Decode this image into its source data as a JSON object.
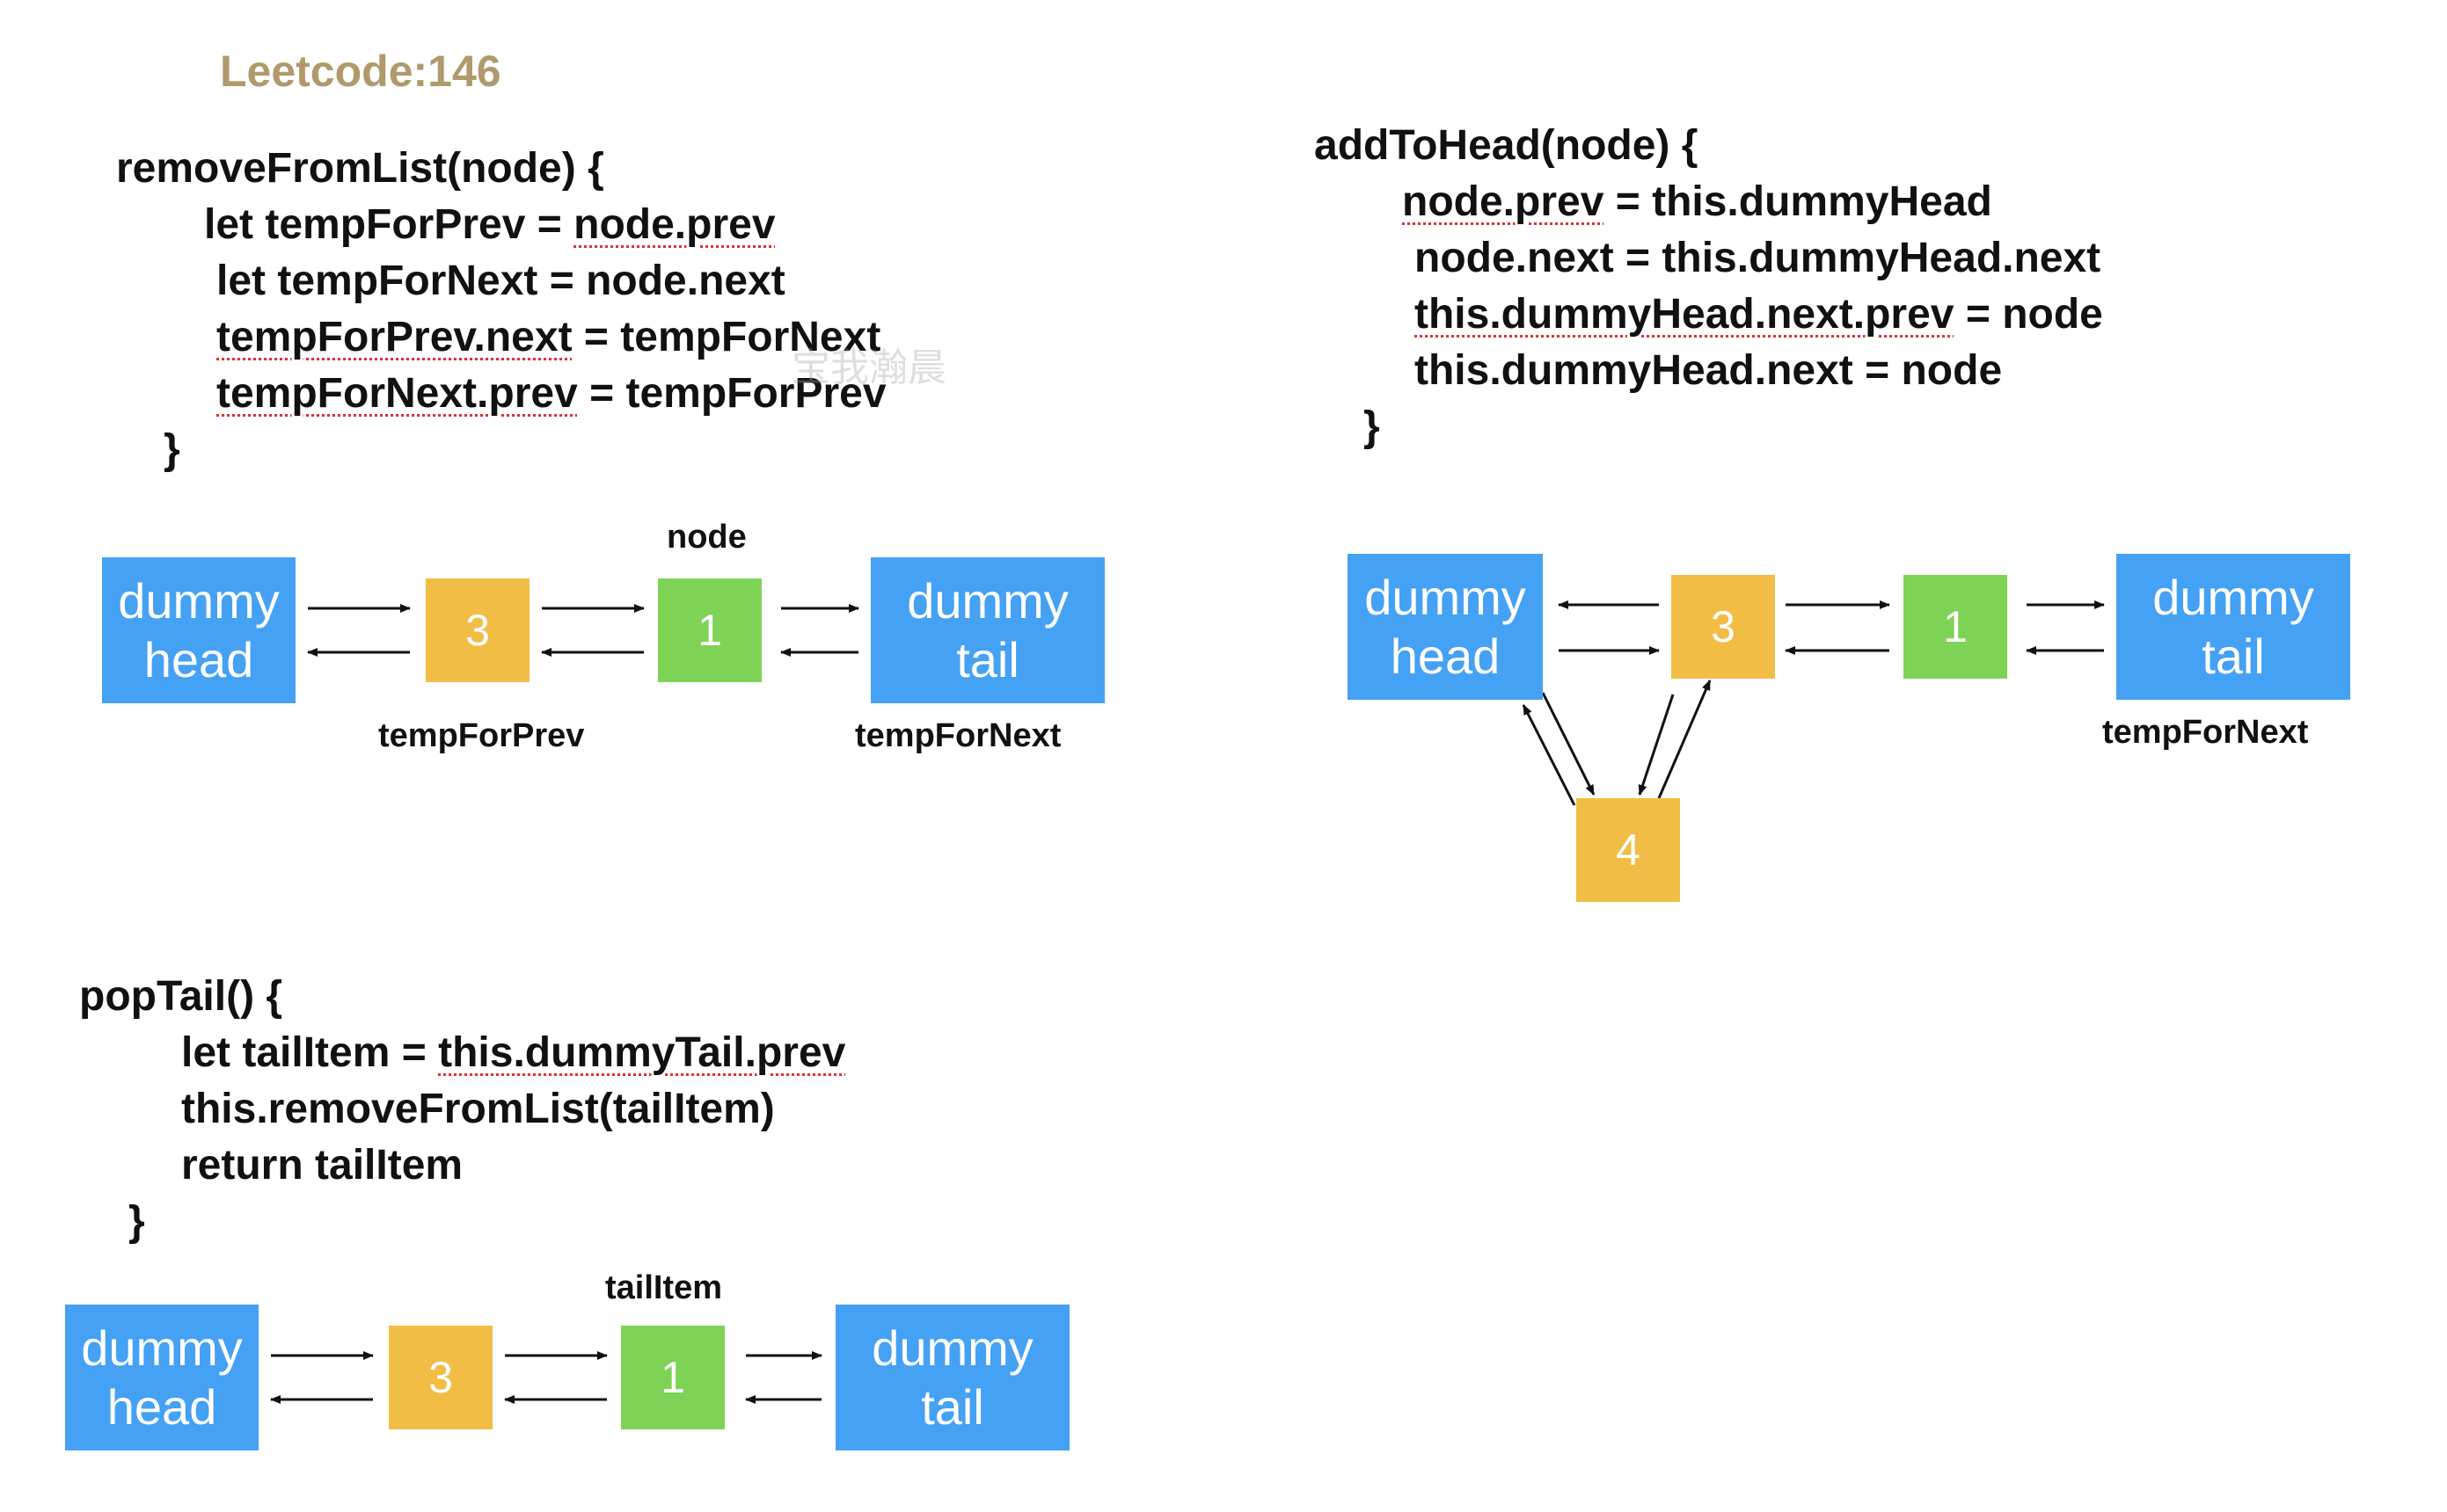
{
  "title": "Leetcode:146",
  "watermark": "宝我瀚晨",
  "colors": {
    "dummy": "#45a1f4",
    "node3": "#f1bd45",
    "node1": "#7ed357",
    "node4": "#f1bd45",
    "title": "#b09a6c",
    "squiggle": "#e03030"
  },
  "code": {
    "removeFromList": {
      "line1": "removeFromList(node) {",
      "line2_pre": "let tempForPrev = ",
      "line2_u": "node.prev",
      "line3": "let tempForNext = node.next",
      "line4_u": "tempForPrev.next",
      "line4_post": " = tempForNext",
      "line5_u": "tempForNext.prev",
      "line5_post": " = tempForPrev",
      "close": "}"
    },
    "addToHead": {
      "line1": "addToHead(node) {",
      "line2_u": "node.prev",
      "line2_post": " = this.dummyHead",
      "line3": "node.next = this.dummyHead.next",
      "line4_u": "this.dummyHead.next.prev",
      "line4_post": " = node",
      "line5": "this.dummyHead.next = node",
      "close": "}"
    },
    "popTail": {
      "line1": "popTail() {",
      "line2_pre": "let tailItem = ",
      "line2_u": "this.dummyTail.prev",
      "line3": "this.removeFromList(tailItem)",
      "line4": "return tailItem",
      "close": "}"
    }
  },
  "diagrams": {
    "remove": {
      "dummy_head": "dummy\nhead",
      "n3": "3",
      "n1": "1",
      "dummy_tail": "dummy\ntail",
      "label_node": "node",
      "label_prev": "tempForPrev",
      "label_next": "tempForNext"
    },
    "add": {
      "dummy_head": "dummy\nhead",
      "n3": "3",
      "n1": "1",
      "dummy_tail": "dummy\ntail",
      "n4": "4",
      "label_next": "tempForNext"
    },
    "pop": {
      "dummy_head": "dummy\nhead",
      "n3": "3",
      "n1": "1",
      "dummy_tail": "dummy\ntail",
      "label_tail": "tailItem"
    }
  }
}
